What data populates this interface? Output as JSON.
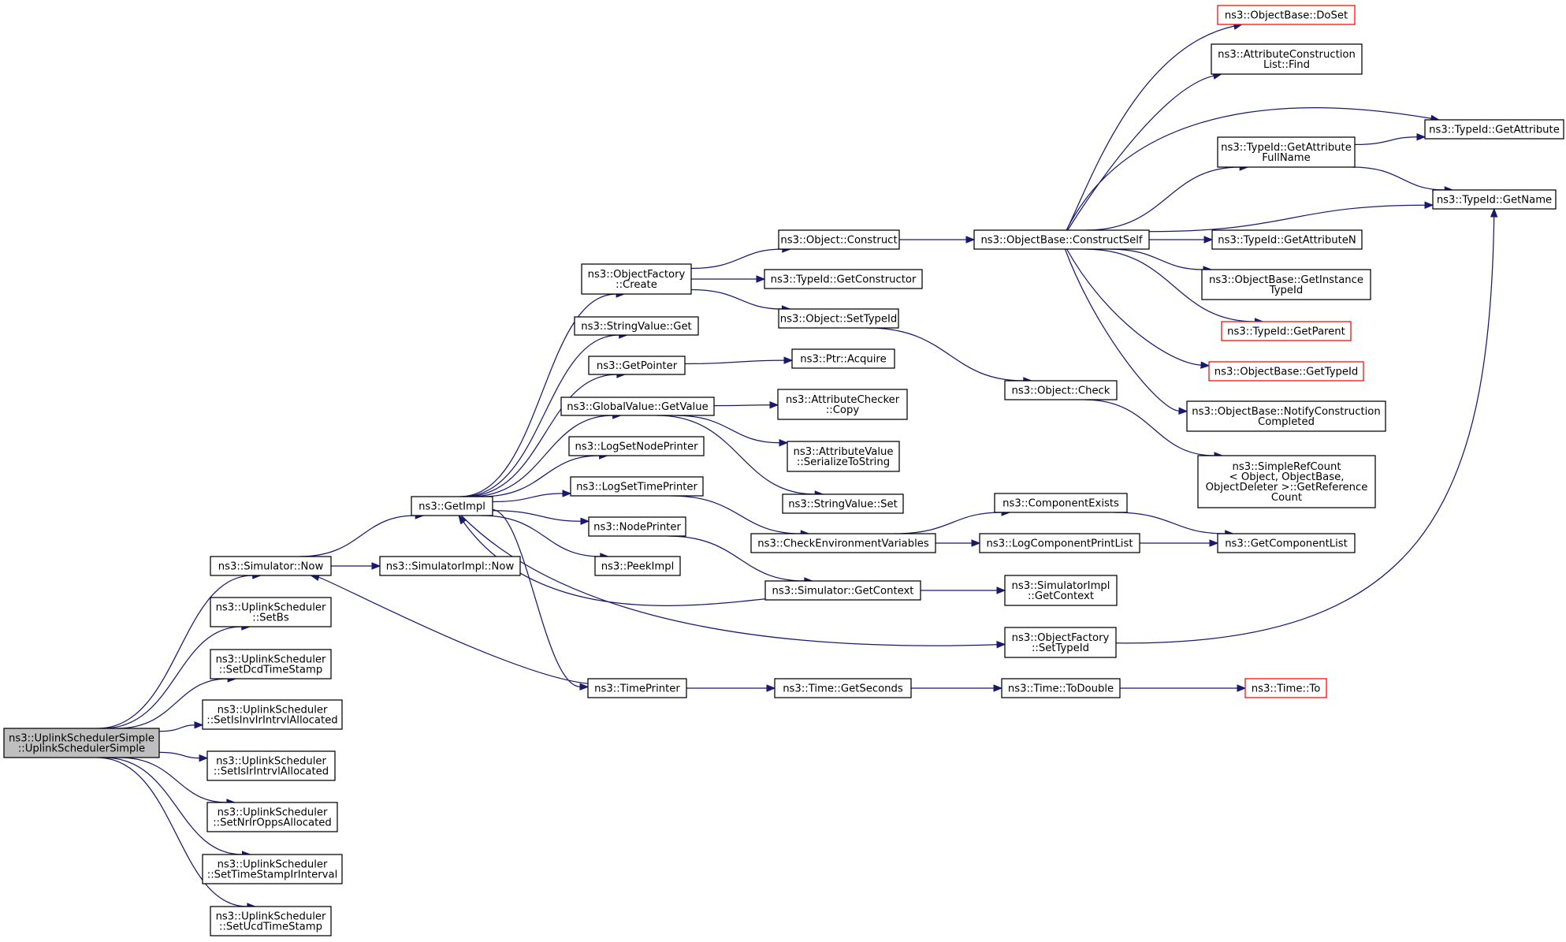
{
  "graph": {
    "colors": {
      "edge": "#191970",
      "node_border": "#000000",
      "root_fill": "#bfbfbf",
      "undocumented_border": "#ff0000",
      "background": "#ffffff"
    },
    "nodes": [
      {
        "id": "root",
        "lines": [
          "ns3::UplinkSchedulerSimple",
          "::UplinkSchedulerSimple"
        ],
        "style": "root"
      },
      {
        "id": "simNow",
        "lines": [
          "ns3::Simulator::Now"
        ]
      },
      {
        "id": "setBs",
        "lines": [
          "ns3::UplinkScheduler",
          "::SetBs"
        ]
      },
      {
        "id": "setDcd",
        "lines": [
          "ns3::UplinkScheduler",
          "::SetDcdTimeStamp"
        ]
      },
      {
        "id": "setIsInv",
        "lines": [
          "ns3::UplinkScheduler",
          "::SetIsInvIrIntrvlAllocated"
        ]
      },
      {
        "id": "setIsIr",
        "lines": [
          "ns3::UplinkScheduler",
          "::SetIsIrIntrvlAllocated"
        ]
      },
      {
        "id": "setNrIr",
        "lines": [
          "ns3::UplinkScheduler",
          "::SetNrIrOppsAllocated"
        ]
      },
      {
        "id": "setTsIr",
        "lines": [
          "ns3::UplinkScheduler",
          "::SetTimeStampIrInterval"
        ]
      },
      {
        "id": "setUcd",
        "lines": [
          "ns3::UplinkScheduler",
          "::SetUcdTimeStamp"
        ]
      },
      {
        "id": "getImpl",
        "lines": [
          "ns3::GetImpl"
        ]
      },
      {
        "id": "simImplNow",
        "lines": [
          "ns3::SimulatorImpl::Now"
        ]
      },
      {
        "id": "objFactCreate",
        "lines": [
          "ns3::ObjectFactory",
          "::Create"
        ]
      },
      {
        "id": "strValGet",
        "lines": [
          "ns3::StringValue::Get"
        ]
      },
      {
        "id": "getPointer",
        "lines": [
          "ns3::GetPointer"
        ]
      },
      {
        "id": "gvGetValue",
        "lines": [
          "ns3::GlobalValue::GetValue"
        ]
      },
      {
        "id": "logSetNode",
        "lines": [
          "ns3::LogSetNodePrinter"
        ]
      },
      {
        "id": "logSetTime",
        "lines": [
          "ns3::LogSetTimePrinter"
        ]
      },
      {
        "id": "nodePrinter",
        "lines": [
          "ns3::NodePrinter"
        ]
      },
      {
        "id": "peekImpl",
        "lines": [
          "ns3::PeekImpl"
        ]
      },
      {
        "id": "timePrinter",
        "lines": [
          "ns3::TimePrinter"
        ]
      },
      {
        "id": "objConstruct",
        "lines": [
          "ns3::Object::Construct"
        ]
      },
      {
        "id": "tidGetCtor",
        "lines": [
          "ns3::TypeId::GetConstructor"
        ]
      },
      {
        "id": "objSetTid",
        "lines": [
          "ns3::Object::SetTypeId"
        ]
      },
      {
        "id": "ptrAcquire",
        "lines": [
          "ns3::Ptr::Acquire"
        ]
      },
      {
        "id": "attrChkCopy",
        "lines": [
          "ns3::AttributeChecker",
          "::Copy"
        ]
      },
      {
        "id": "attrValSer",
        "lines": [
          "ns3::AttributeValue",
          "::SerializeToString"
        ]
      },
      {
        "id": "strValSet",
        "lines": [
          "ns3::StringValue::Set"
        ]
      },
      {
        "id": "checkEnv",
        "lines": [
          "ns3::CheckEnvironmentVariables"
        ]
      },
      {
        "id": "simGetCtx",
        "lines": [
          "ns3::Simulator::GetContext"
        ]
      },
      {
        "id": "objFactSetTid",
        "lines": [
          "ns3::ObjectFactory",
          "::SetTypeId"
        ]
      },
      {
        "id": "timeGetSec",
        "lines": [
          "ns3::Time::GetSeconds"
        ]
      },
      {
        "id": "obConstructSelf",
        "lines": [
          "ns3::ObjectBase::ConstructSelf"
        ]
      },
      {
        "id": "objCheck",
        "lines": [
          "ns3::Object::Check"
        ]
      },
      {
        "id": "compExists",
        "lines": [
          "ns3::ComponentExists"
        ]
      },
      {
        "id": "logCompPrint",
        "lines": [
          "ns3::LogComponentPrintList"
        ]
      },
      {
        "id": "simImplGetCtx",
        "lines": [
          "ns3::SimulatorImpl",
          "::GetContext"
        ]
      },
      {
        "id": "timeToDouble",
        "lines": [
          "ns3::Time::ToDouble"
        ]
      },
      {
        "id": "obDoSet",
        "lines": [
          "ns3::ObjectBase::DoSet"
        ],
        "style": "red"
      },
      {
        "id": "acListFind",
        "lines": [
          "ns3::AttributeConstruction",
          "List::Find"
        ]
      },
      {
        "id": "tidGetAttrFull",
        "lines": [
          "ns3::TypeId::GetAttribute",
          "FullName"
        ]
      },
      {
        "id": "tidGetAttrN",
        "lines": [
          "ns3::TypeId::GetAttributeN"
        ]
      },
      {
        "id": "obGetInstTid",
        "lines": [
          "ns3::ObjectBase::GetInstance",
          "TypeId"
        ]
      },
      {
        "id": "tidGetParent",
        "lines": [
          "ns3::TypeId::GetParent"
        ],
        "style": "red"
      },
      {
        "id": "obGetTid",
        "lines": [
          "ns3::ObjectBase::GetTypeId"
        ],
        "style": "red"
      },
      {
        "id": "obNotify",
        "lines": [
          "ns3::ObjectBase::NotifyConstruction",
          "Completed"
        ]
      },
      {
        "id": "simpleRef",
        "lines": [
          "ns3::SimpleRefCount",
          "< Object, ObjectBase,",
          "ObjectDeleter >::GetReference",
          "Count"
        ]
      },
      {
        "id": "getCompList",
        "lines": [
          "ns3::GetComponentList"
        ]
      },
      {
        "id": "timeTo",
        "lines": [
          "ns3::Time::To"
        ],
        "style": "red"
      },
      {
        "id": "tidGetAttr",
        "lines": [
          "ns3::TypeId::GetAttribute"
        ]
      },
      {
        "id": "tidGetName",
        "lines": [
          "ns3::TypeId::GetName"
        ]
      }
    ],
    "edges": [
      [
        "root",
        "simNow"
      ],
      [
        "root",
        "setBs"
      ],
      [
        "root",
        "setDcd"
      ],
      [
        "root",
        "setIsInv"
      ],
      [
        "root",
        "setIsIr"
      ],
      [
        "root",
        "setNrIr"
      ],
      [
        "root",
        "setTsIr"
      ],
      [
        "root",
        "setUcd"
      ],
      [
        "simNow",
        "getImpl"
      ],
      [
        "simNow",
        "simImplNow"
      ],
      [
        "getImpl",
        "objFactCreate"
      ],
      [
        "getImpl",
        "strValGet"
      ],
      [
        "getImpl",
        "getPointer"
      ],
      [
        "getImpl",
        "gvGetValue"
      ],
      [
        "getImpl",
        "logSetNode"
      ],
      [
        "getImpl",
        "logSetTime"
      ],
      [
        "getImpl",
        "nodePrinter"
      ],
      [
        "getImpl",
        "peekImpl"
      ],
      [
        "getImpl",
        "timePrinter"
      ],
      [
        "getImpl",
        "objFactSetTid"
      ],
      [
        "objFactCreate",
        "objConstruct"
      ],
      [
        "objFactCreate",
        "tidGetCtor"
      ],
      [
        "objFactCreate",
        "objSetTid"
      ],
      [
        "getPointer",
        "ptrAcquire"
      ],
      [
        "gvGetValue",
        "attrChkCopy"
      ],
      [
        "gvGetValue",
        "attrValSer"
      ],
      [
        "gvGetValue",
        "strValSet"
      ],
      [
        "logSetTime",
        "checkEnv"
      ],
      [
        "nodePrinter",
        "simGetCtx"
      ],
      [
        "simGetCtx",
        "getImpl"
      ],
      [
        "simGetCtx",
        "simImplGetCtx"
      ],
      [
        "timePrinter",
        "simNow"
      ],
      [
        "timePrinter",
        "timeGetSec"
      ],
      [
        "objConstruct",
        "obConstructSelf"
      ],
      [
        "objSetTid",
        "objCheck"
      ],
      [
        "checkEnv",
        "compExists"
      ],
      [
        "checkEnv",
        "logCompPrint"
      ],
      [
        "timeGetSec",
        "timeToDouble"
      ],
      [
        "timeToDouble",
        "timeTo"
      ],
      [
        "obConstructSelf",
        "obDoSet"
      ],
      [
        "obConstructSelf",
        "acListFind"
      ],
      [
        "obConstructSelf",
        "tidGetAttr"
      ],
      [
        "obConstructSelf",
        "tidGetAttrFull"
      ],
      [
        "obConstructSelf",
        "tidGetName"
      ],
      [
        "obConstructSelf",
        "tidGetAttrN"
      ],
      [
        "obConstructSelf",
        "obGetInstTid"
      ],
      [
        "obConstructSelf",
        "tidGetParent"
      ],
      [
        "obConstructSelf",
        "obGetTid"
      ],
      [
        "obConstructSelf",
        "obNotify"
      ],
      [
        "objCheck",
        "simpleRef"
      ],
      [
        "compExists",
        "getCompList"
      ],
      [
        "logCompPrint",
        "getCompList"
      ],
      [
        "tidGetAttrFull",
        "tidGetAttr"
      ],
      [
        "tidGetAttrFull",
        "tidGetName"
      ],
      [
        "objFactSetTid",
        "tidGetName"
      ]
    ]
  }
}
